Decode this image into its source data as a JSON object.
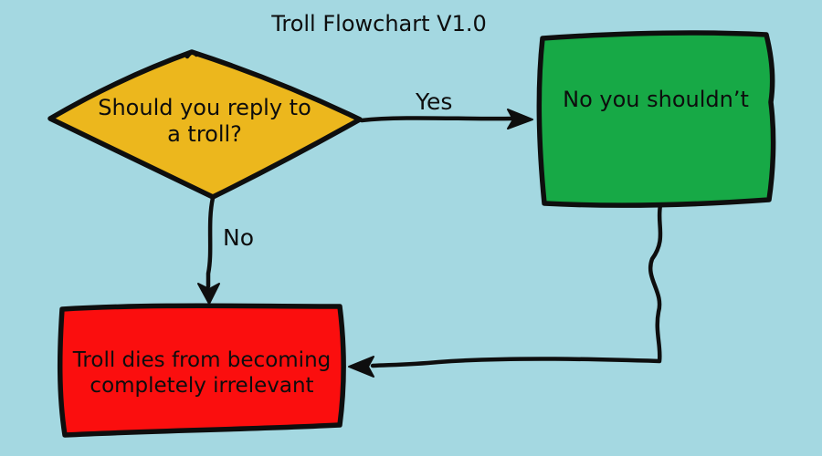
{
  "title": "Troll Flowchart V1.0",
  "colors": {
    "background": "#a4d8e1",
    "line": "#0e0e0e",
    "decision_fill": "#ecb71d",
    "yes_box_fill": "#17a946",
    "no_box_fill": "#fb0e0e"
  },
  "nodes": {
    "decision": {
      "line1": "Should you reply to",
      "line2": "a troll?"
    },
    "yes_outcome": {
      "label": "No you shouldn’t"
    },
    "no_outcome": {
      "line1": "Troll dies from becoming",
      "line2": "completely irrelevant"
    }
  },
  "edges": {
    "yes": {
      "label": "Yes"
    },
    "no": {
      "label": "No"
    }
  }
}
